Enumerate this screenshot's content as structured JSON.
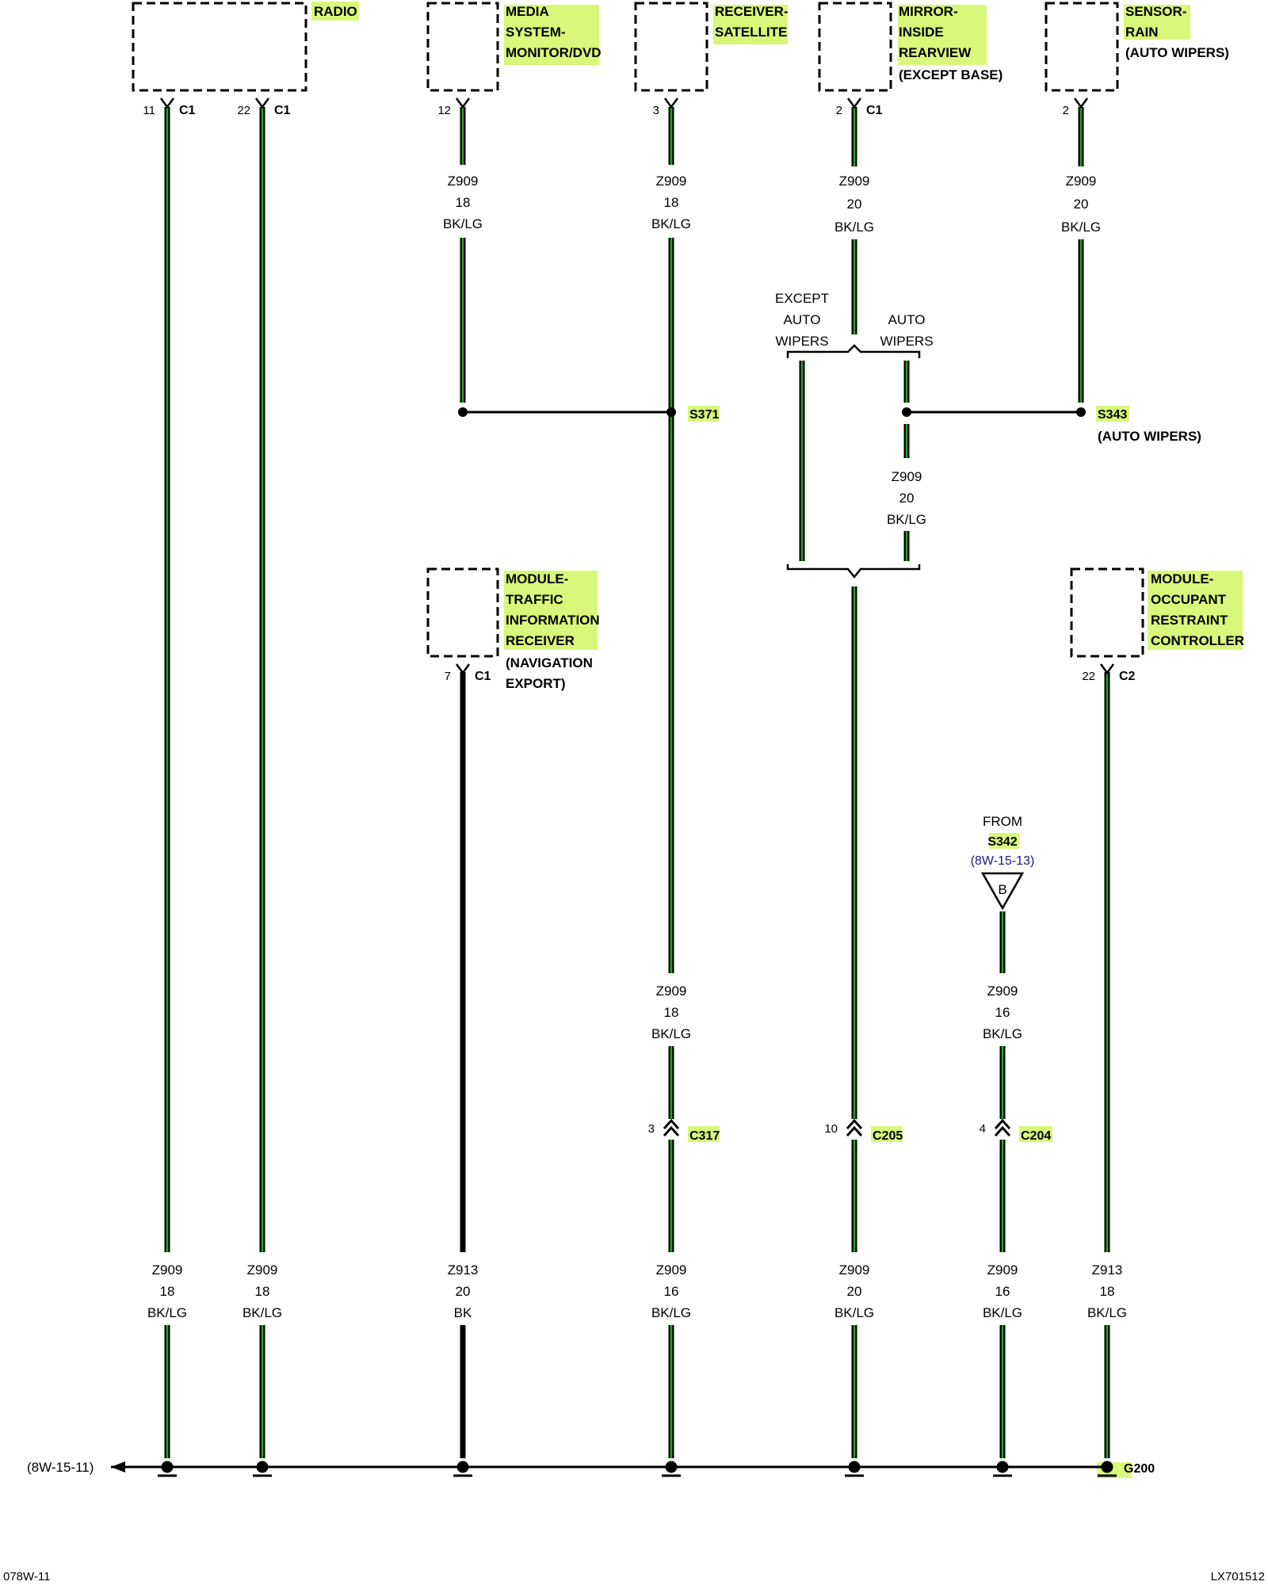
{
  "diagram": {
    "page_ref_left": "078W-11",
    "page_ref_right": "LX701512",
    "highlight_color": "#d9f77a",
    "wire_colors": {
      "black": "#000000",
      "light_green": "#1fa31f"
    },
    "components": {
      "radio": {
        "name": "RADIO"
      },
      "media": {
        "lines": [
          "MEDIA",
          "SYSTEM-",
          "MONITOR/DVD"
        ]
      },
      "satellite": {
        "lines": [
          "RECEIVER-",
          "SATELLITE"
        ]
      },
      "mirror": {
        "lines": [
          "MIRROR-",
          "INSIDE",
          "REARVIEW"
        ],
        "note": "(EXCEPT BASE)"
      },
      "rain": {
        "lines": [
          "SENSOR-",
          "RAIN"
        ],
        "note": "(AUTO WIPERS)"
      },
      "traffic": {
        "lines": [
          "MODULE-",
          "TRAFFIC",
          "INFORMATION",
          "RECEIVER"
        ],
        "notes": [
          "(NAVIGATION",
          "EXPORT)"
        ]
      },
      "occupant": {
        "lines": [
          "MODULE-",
          "OCCUPANT",
          "RESTRAINT",
          "CONTROLLER"
        ]
      }
    },
    "pins": {
      "radio_a": {
        "pin": "11",
        "conn": "C1"
      },
      "radio_b": {
        "pin": "22",
        "conn": "C1"
      },
      "media": {
        "pin": "12"
      },
      "satellite": {
        "pin": "3"
      },
      "mirror": {
        "pin": "2",
        "conn": "C1"
      },
      "rain": {
        "pin": "2"
      },
      "traffic": {
        "pin": "7",
        "conn": "C1"
      },
      "occupant": {
        "pin": "22",
        "conn": "C2"
      }
    },
    "upper_wires": {
      "media": [
        "Z909",
        "18",
        "BK/LG"
      ],
      "satellite": [
        "Z909",
        "18",
        "BK/LG"
      ],
      "mirror": [
        "Z909",
        "20",
        "BK/LG"
      ],
      "rain": [
        "Z909",
        "20",
        "BK/LG"
      ],
      "auto_branch": [
        "Z909",
        "20",
        "BK/LG"
      ]
    },
    "options": {
      "except": [
        "EXCEPT",
        "AUTO",
        "WIPERS"
      ],
      "auto": [
        "AUTO",
        "WIPERS"
      ]
    },
    "splices": {
      "s371": "S371",
      "s343": "S343",
      "s343_note": "(AUTO WIPERS)"
    },
    "from_ref": {
      "from": "FROM",
      "splice": "S342",
      "page": "(8W-15-13)",
      "letter": "B"
    },
    "mid_wires": {
      "satellite": [
        "Z909",
        "18",
        "BK/LG"
      ],
      "s342": [
        "Z909",
        "16",
        "BK/LG"
      ]
    },
    "inline_connectors": {
      "c317": {
        "pin": "3",
        "name": "C317"
      },
      "c205": {
        "pin": "10",
        "name": "C205"
      },
      "c204": {
        "pin": "4",
        "name": "C204"
      }
    },
    "lower_wires": {
      "col1": [
        "Z909",
        "18",
        "BK/LG"
      ],
      "col2": [
        "Z909",
        "18",
        "BK/LG"
      ],
      "col3": [
        "Z913",
        "20",
        "BK"
      ],
      "col4": [
        "Z909",
        "16",
        "BK/LG"
      ],
      "col5": [
        "Z909",
        "20",
        "BK/LG"
      ],
      "col6": [
        "Z909",
        "16",
        "BK/LG"
      ],
      "col7": [
        "Z913",
        "18",
        "BK/LG"
      ]
    },
    "ground": {
      "ref": "(8W-15-11)",
      "name": "G200"
    }
  }
}
